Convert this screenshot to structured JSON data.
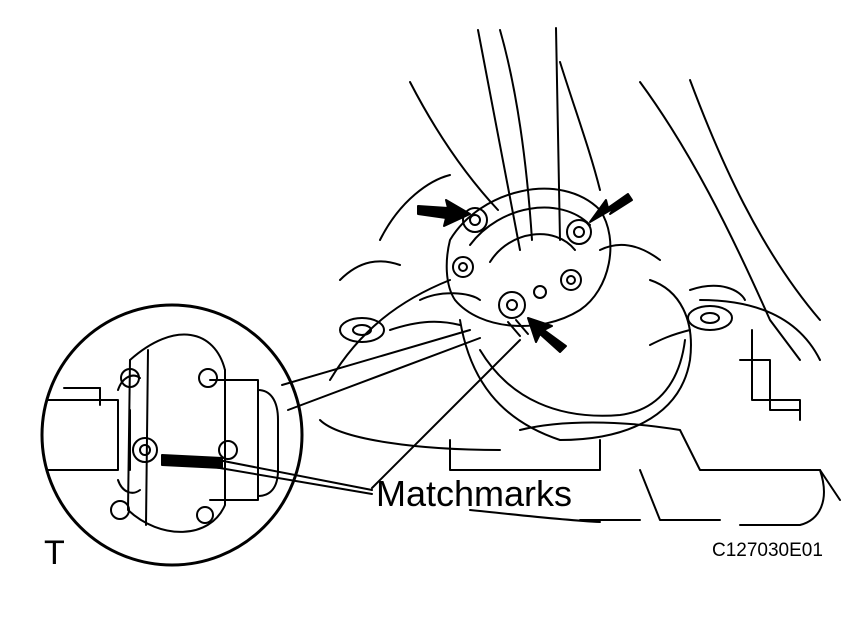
{
  "labels": {
    "callout": "Matchmarks",
    "corner_mark": "T",
    "figure_code": "C127030E01"
  },
  "icons": {
    "arrows": [
      "bolt-arrow-icon",
      "bolt-arrow-icon",
      "bolt-arrow-icon"
    ],
    "detail": "magnified-flange-detail"
  },
  "colors": {
    "ink": "#000000",
    "paper": "#ffffff"
  }
}
